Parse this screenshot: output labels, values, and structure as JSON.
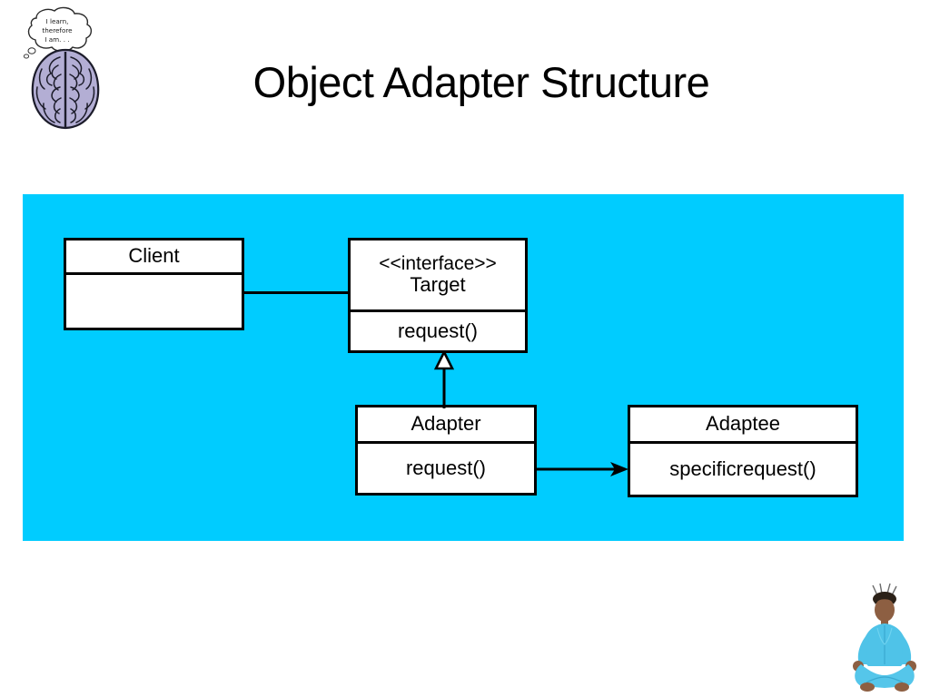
{
  "slide": {
    "title": "Object Adapter Structure",
    "background_color": "#ffffff",
    "panel_color": "#00ccff"
  },
  "logo": {
    "name": "brain-thinking-logo",
    "bubble_lines": [
      "I learn,",
      "therefore",
      "I am. . ."
    ],
    "brain_color": "#b3aed4"
  },
  "diagram": {
    "type": "uml-class-diagram",
    "classes": [
      {
        "id": "client",
        "name": "Client",
        "stereotype": "",
        "members": [
          ""
        ]
      },
      {
        "id": "target",
        "name": "Target",
        "stereotype": "<<interface>>",
        "members": [
          "request()"
        ]
      },
      {
        "id": "adapter",
        "name": "Adapter",
        "stereotype": "",
        "members": [
          "request()"
        ]
      },
      {
        "id": "adaptee",
        "name": "Adaptee",
        "stereotype": "",
        "members": [
          "specificrequest()"
        ]
      }
    ],
    "relations": [
      {
        "from": "client",
        "to": "target",
        "type": "association"
      },
      {
        "from": "adapter",
        "to": "target",
        "type": "generalization"
      },
      {
        "from": "adapter",
        "to": "adaptee",
        "type": "directed-association"
      }
    ]
  },
  "decoration": {
    "yoga_figure": "person-meditating-lotus-pose",
    "yoga_outfit_color": "#4fc3e8"
  }
}
